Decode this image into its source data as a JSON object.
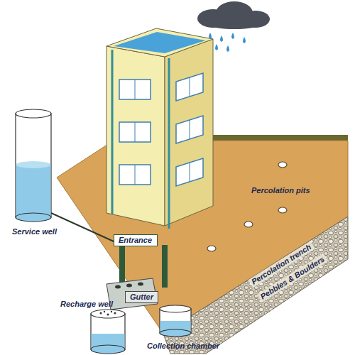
{
  "diagram": {
    "nodes": [
      {
        "text": [
          "Entrance"
        ]
      },
      {
        "text": [
          "Gutter"
        ]
      }
    ],
    "labels": [
      "Service well",
      "Percolation pits",
      "Percolation trench",
      "Pebbles & Boulders",
      "Recharge well",
      "Collection chamber"
    ]
  }
}
